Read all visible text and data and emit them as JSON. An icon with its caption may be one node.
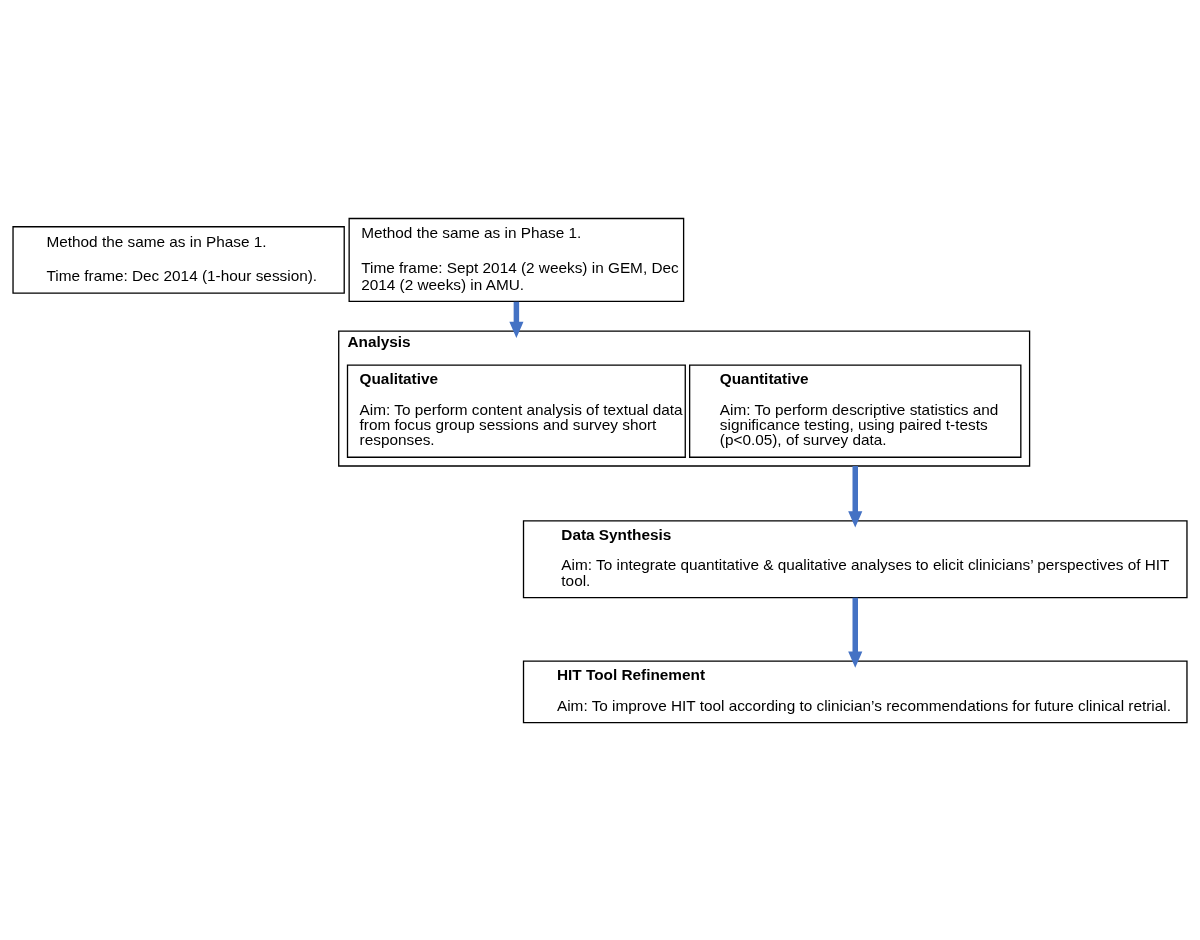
{
  "diagram": {
    "nodes": [
      {
        "text": [
          "Method the same as in Phase 1.",
          "Time frame: Dec 2014 (1-hour session)."
        ]
      },
      {
        "text": [
          "Method the same as in Phase 1.",
          "Time frame: Sept 2014 (2 weeks) in GEM, Dec 2014 (2 weeks) in AMU."
        ]
      },
      {
        "text": [
          "Analysis"
        ]
      },
      {
        "text": [
          "Qualitative",
          "Aim: To perform content analysis of textual data from focus group sessions and survey short responses."
        ],
        "in": 2
      },
      {
        "text": [
          "Quantitative",
          "Aim: To perform descriptive statistics and significance testing, using paired t-tests (p<0.05), of survey data."
        ],
        "in": 2
      },
      {
        "text": [
          "Data Synthesis",
          "Aim: To integrate quantitative & qualitative analyses to elicit clinicians’ perspectives of HIT tool."
        ]
      },
      {
        "text": [
          "HIT Tool Refinement",
          "Aim: To improve HIT tool according to clinician’s recommendations for future clinical retrial."
        ]
      }
    ],
    "edges": [
      {
        "from": 1,
        "to": 2,
        "arrow": "to"
      },
      {
        "from": 2,
        "to": 5,
        "arrow": "to"
      },
      {
        "from": 5,
        "to": 6,
        "arrow": "to"
      }
    ]
  }
}
